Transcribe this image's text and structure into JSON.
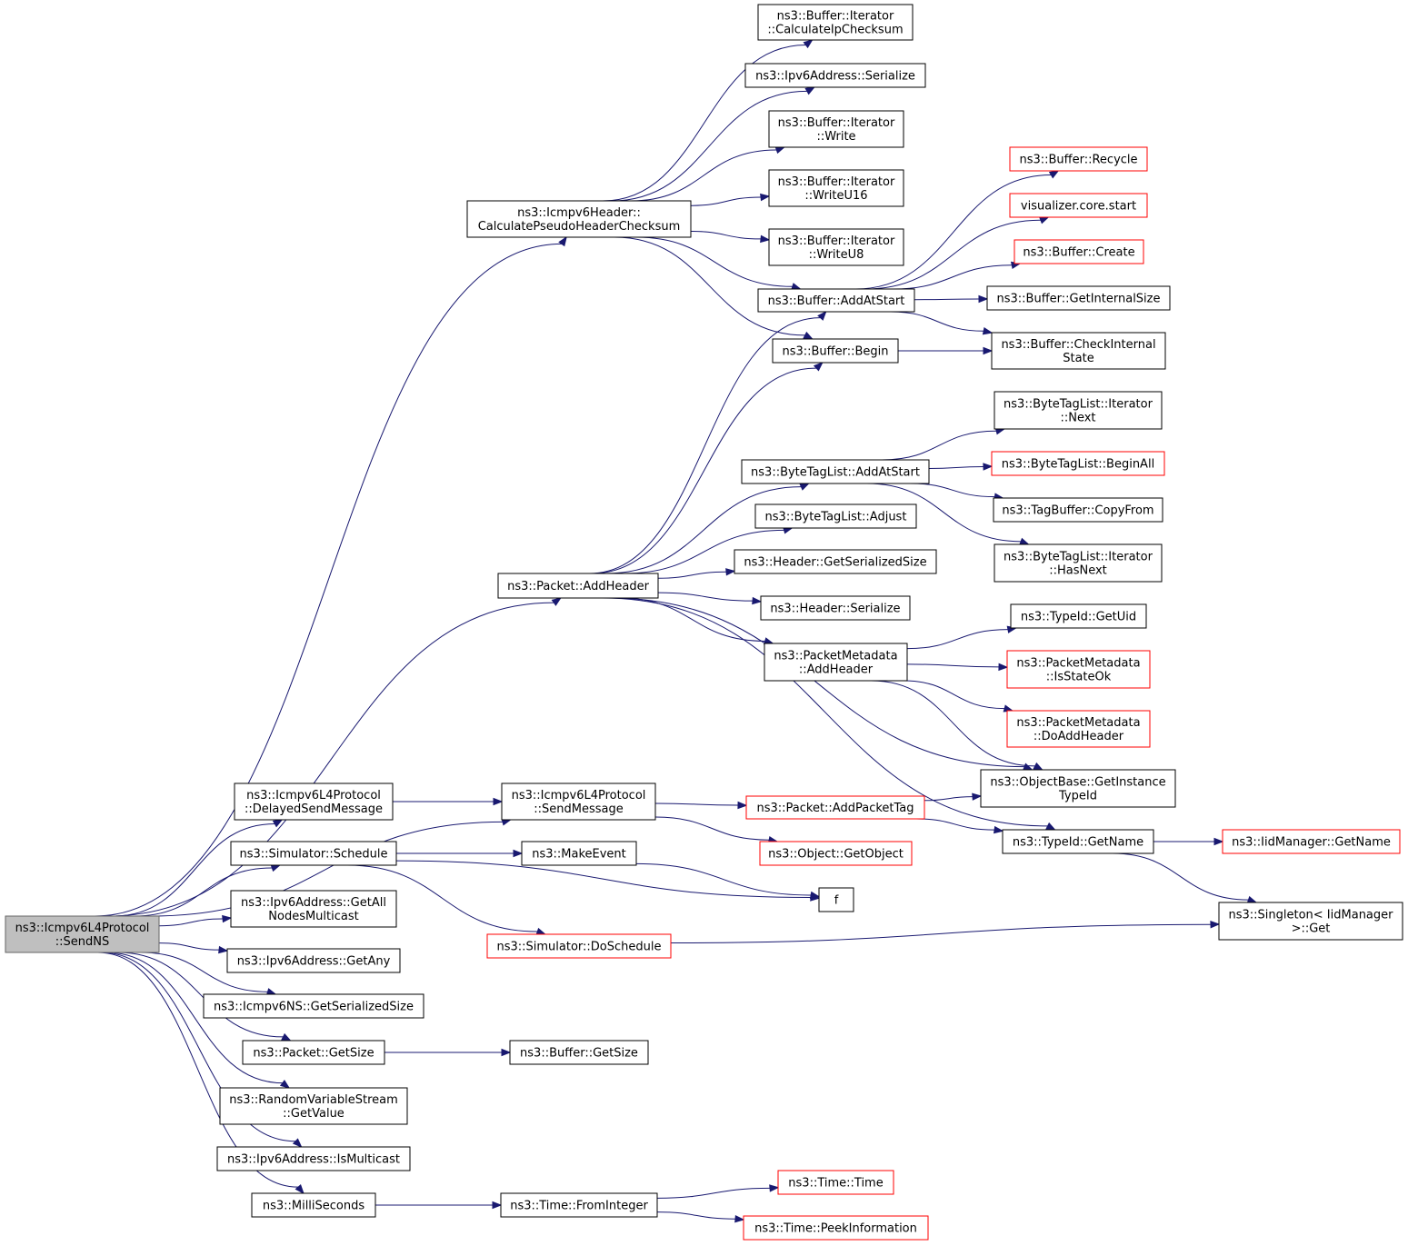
{
  "graph": {
    "title": "",
    "nodes": [
      {
        "id": "sendns",
        "lines": [
          "ns3::Icmpv6L4Protocol",
          "::SendNS"
        ],
        "style": "root"
      },
      {
        "id": "cphc",
        "lines": [
          "ns3::Icmpv6Header::",
          "CalculatePseudoHeaderChecksum"
        ],
        "style": "normal"
      },
      {
        "id": "calcip",
        "lines": [
          "ns3::Buffer::Iterator",
          "::CalculateIpChecksum"
        ],
        "style": "normal"
      },
      {
        "id": "ipv6ser",
        "lines": [
          "ns3::Ipv6Address::Serialize"
        ],
        "style": "normal"
      },
      {
        "id": "iterwrite",
        "lines": [
          "ns3::Buffer::Iterator",
          "::Write"
        ],
        "style": "normal"
      },
      {
        "id": "iterwu16",
        "lines": [
          "ns3::Buffer::Iterator",
          "::WriteU16"
        ],
        "style": "normal"
      },
      {
        "id": "iterwu8",
        "lines": [
          "ns3::Buffer::Iterator",
          "::WriteU8"
        ],
        "style": "normal"
      },
      {
        "id": "bufaddat",
        "lines": [
          "ns3::Buffer::AddAtStart"
        ],
        "style": "normal"
      },
      {
        "id": "bufbegin",
        "lines": [
          "ns3::Buffer::Begin"
        ],
        "style": "normal"
      },
      {
        "id": "bufrecycle",
        "lines": [
          "ns3::Buffer::Recycle"
        ],
        "style": "red"
      },
      {
        "id": "vizstart",
        "lines": [
          "visualizer.core.start"
        ],
        "style": "red"
      },
      {
        "id": "bufcreate",
        "lines": [
          "ns3::Buffer::Create"
        ],
        "style": "red"
      },
      {
        "id": "bufinternal",
        "lines": [
          "ns3::Buffer::GetInternalSize"
        ],
        "style": "normal"
      },
      {
        "id": "bufcheck",
        "lines": [
          "ns3::Buffer::CheckInternal",
          "State"
        ],
        "style": "normal"
      },
      {
        "id": "btliternext",
        "lines": [
          "ns3::ByteTagList::Iterator",
          "::Next"
        ],
        "style": "normal"
      },
      {
        "id": "btladdat",
        "lines": [
          "ns3::ByteTagList::AddAtStart"
        ],
        "style": "normal"
      },
      {
        "id": "btlbeginall",
        "lines": [
          "ns3::ByteTagList::BeginAll"
        ],
        "style": "red"
      },
      {
        "id": "tagcopy",
        "lines": [
          "ns3::TagBuffer::CopyFrom"
        ],
        "style": "normal"
      },
      {
        "id": "btlhasnext",
        "lines": [
          "ns3::ByteTagList::Iterator",
          "::HasNext"
        ],
        "style": "normal"
      },
      {
        "id": "btladjust",
        "lines": [
          "ns3::ByteTagList::Adjust"
        ],
        "style": "normal"
      },
      {
        "id": "pktaddheader",
        "lines": [
          "ns3::Packet::AddHeader"
        ],
        "style": "normal"
      },
      {
        "id": "hdrsize",
        "lines": [
          "ns3::Header::GetSerializedSize"
        ],
        "style": "normal"
      },
      {
        "id": "hdrser",
        "lines": [
          "ns3::Header::Serialize"
        ],
        "style": "normal"
      },
      {
        "id": "pmaddheader",
        "lines": [
          "ns3::PacketMetadata",
          "::AddHeader"
        ],
        "style": "normal"
      },
      {
        "id": "typeuid",
        "lines": [
          "ns3::TypeId::GetUid"
        ],
        "style": "normal"
      },
      {
        "id": "pmstateok",
        "lines": [
          "ns3::PacketMetadata",
          "::IsStateOk"
        ],
        "style": "red"
      },
      {
        "id": "pmdoadd",
        "lines": [
          "ns3::PacketMetadata",
          "::DoAddHeader"
        ],
        "style": "red"
      },
      {
        "id": "objinst",
        "lines": [
          "ns3::ObjectBase::GetInstance",
          "TypeId"
        ],
        "style": "normal"
      },
      {
        "id": "delayed",
        "lines": [
          "ns3::Icmpv6L4Protocol",
          "::DelayedSendMessage"
        ],
        "style": "normal"
      },
      {
        "id": "sendmsg",
        "lines": [
          "ns3::Icmpv6L4Protocol",
          "::SendMessage"
        ],
        "style": "normal"
      },
      {
        "id": "addpkttag",
        "lines": [
          "ns3::Packet::AddPacketTag"
        ],
        "style": "red"
      },
      {
        "id": "getobject",
        "lines": [
          "ns3::Object::GetObject"
        ],
        "style": "red"
      },
      {
        "id": "typename",
        "lines": [
          "ns3::TypeId::GetName"
        ],
        "style": "normal"
      },
      {
        "id": "iidname",
        "lines": [
          "ns3::IidManager::GetName"
        ],
        "style": "red"
      },
      {
        "id": "schedule",
        "lines": [
          "ns3::Simulator::Schedule"
        ],
        "style": "normal"
      },
      {
        "id": "makeevent",
        "lines": [
          "ns3::MakeEvent"
        ],
        "style": "normal"
      },
      {
        "id": "f",
        "lines": [
          "f"
        ],
        "style": "normal"
      },
      {
        "id": "doschedule",
        "lines": [
          "ns3::Simulator::DoSchedule"
        ],
        "style": "red"
      },
      {
        "id": "singleton",
        "lines": [
          "ns3::Singleton< IidManager",
          " >::Get"
        ],
        "style": "normal"
      },
      {
        "id": "allnodes",
        "lines": [
          "ns3::Ipv6Address::GetAll",
          "NodesMulticast"
        ],
        "style": "normal"
      },
      {
        "id": "getany",
        "lines": [
          "ns3::Ipv6Address::GetAny"
        ],
        "style": "normal"
      },
      {
        "id": "nssize",
        "lines": [
          "ns3::Icmpv6NS::GetSerializedSize"
        ],
        "style": "normal"
      },
      {
        "id": "pktsize",
        "lines": [
          "ns3::Packet::GetSize"
        ],
        "style": "normal"
      },
      {
        "id": "bufsize",
        "lines": [
          "ns3::Buffer::GetSize"
        ],
        "style": "normal"
      },
      {
        "id": "rvsvalue",
        "lines": [
          "ns3::RandomVariableStream",
          "::GetValue"
        ],
        "style": "normal"
      },
      {
        "id": "ismulti",
        "lines": [
          "ns3::Ipv6Address::IsMulticast"
        ],
        "style": "normal"
      },
      {
        "id": "millis",
        "lines": [
          "ns3::MilliSeconds"
        ],
        "style": "normal"
      },
      {
        "id": "frominteger",
        "lines": [
          "ns3::Time::FromInteger"
        ],
        "style": "normal"
      },
      {
        "id": "timetime",
        "lines": [
          "ns3::Time::Time"
        ],
        "style": "red"
      },
      {
        "id": "peekinfo",
        "lines": [
          "ns3::Time::PeekInformation"
        ],
        "style": "red"
      }
    ],
    "edges": [
      [
        "sendns",
        "cphc"
      ],
      [
        "sendns",
        "pktaddheader"
      ],
      [
        "sendns",
        "sendmsg"
      ],
      [
        "sendns",
        "delayed"
      ],
      [
        "sendns",
        "schedule"
      ],
      [
        "sendns",
        "allnodes"
      ],
      [
        "sendns",
        "getany"
      ],
      [
        "sendns",
        "nssize"
      ],
      [
        "sendns",
        "pktsize"
      ],
      [
        "sendns",
        "rvsvalue"
      ],
      [
        "sendns",
        "ismulti"
      ],
      [
        "sendns",
        "millis"
      ],
      [
        "cphc",
        "calcip"
      ],
      [
        "cphc",
        "ipv6ser"
      ],
      [
        "cphc",
        "iterwrite"
      ],
      [
        "cphc",
        "iterwu16"
      ],
      [
        "cphc",
        "iterwu8"
      ],
      [
        "cphc",
        "bufaddat"
      ],
      [
        "cphc",
        "bufbegin"
      ],
      [
        "bufaddat",
        "bufrecycle"
      ],
      [
        "bufaddat",
        "vizstart"
      ],
      [
        "bufaddat",
        "bufcreate"
      ],
      [
        "bufaddat",
        "bufinternal"
      ],
      [
        "bufaddat",
        "bufcheck"
      ],
      [
        "bufbegin",
        "bufcheck"
      ],
      [
        "pktaddheader",
        "bufaddat"
      ],
      [
        "pktaddheader",
        "bufbegin"
      ],
      [
        "pktaddheader",
        "btladdat"
      ],
      [
        "pktaddheader",
        "btladjust"
      ],
      [
        "pktaddheader",
        "hdrsize"
      ],
      [
        "pktaddheader",
        "hdrser"
      ],
      [
        "pktaddheader",
        "pmaddheader"
      ],
      [
        "pktaddheader",
        "objinst"
      ],
      [
        "pktaddheader",
        "typename"
      ],
      [
        "btladdat",
        "btliternext"
      ],
      [
        "btladdat",
        "btlbeginall"
      ],
      [
        "btladdat",
        "tagcopy"
      ],
      [
        "btladdat",
        "btlhasnext"
      ],
      [
        "pmaddheader",
        "typeuid"
      ],
      [
        "pmaddheader",
        "pmstateok"
      ],
      [
        "pmaddheader",
        "pmdoadd"
      ],
      [
        "pmaddheader",
        "objinst"
      ],
      [
        "delayed",
        "sendmsg"
      ],
      [
        "sendmsg",
        "addpkttag"
      ],
      [
        "sendmsg",
        "getobject"
      ],
      [
        "addpkttag",
        "objinst"
      ],
      [
        "addpkttag",
        "typename"
      ],
      [
        "typename",
        "iidname"
      ],
      [
        "typename",
        "singleton"
      ],
      [
        "schedule",
        "makeevent"
      ],
      [
        "schedule",
        "f"
      ],
      [
        "schedule",
        "doschedule"
      ],
      [
        "makeevent",
        "f"
      ],
      [
        "doschedule",
        "singleton"
      ],
      [
        "pktsize",
        "bufsize"
      ],
      [
        "millis",
        "frominteger"
      ],
      [
        "frominteger",
        "timetime"
      ],
      [
        "frominteger",
        "peekinfo"
      ]
    ]
  }
}
